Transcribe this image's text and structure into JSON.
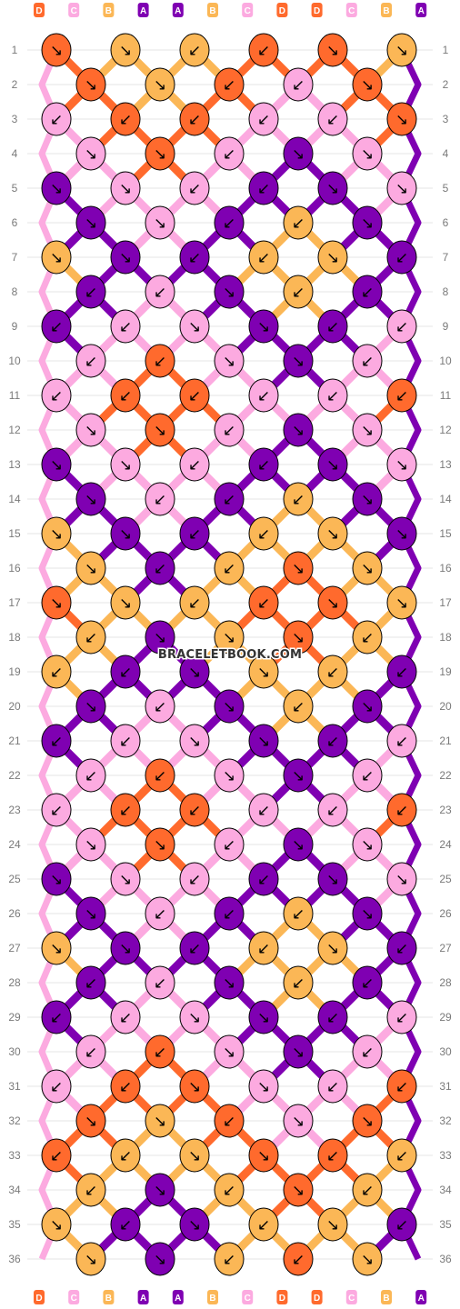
{
  "colors": {
    "A": "#7f00b2",
    "B": "#fbb756",
    "C": "#fcaae0",
    "D": "#ff6a2d"
  },
  "strand_labels_top": [
    "D",
    "C",
    "B",
    "A",
    "A",
    "B",
    "C",
    "D",
    "D",
    "C",
    "B",
    "A"
  ],
  "strand_labels_bottom": [
    "D",
    "C",
    "B",
    "A",
    "A",
    "B",
    "C",
    "D",
    "D",
    "C",
    "B",
    "A"
  ],
  "row_numbers": [
    "1",
    "2",
    "3",
    "4",
    "5",
    "6",
    "7",
    "8",
    "9",
    "10",
    "11",
    "12",
    "13",
    "14",
    "15",
    "16",
    "17",
    "18",
    "19",
    "20",
    "21",
    "22",
    "23",
    "24",
    "25",
    "26",
    "27",
    "28",
    "29",
    "30",
    "31",
    "32",
    "33",
    "34",
    "35",
    "36"
  ],
  "watermark": "BRACELETBOOK.COM",
  "knot_legend": {
    "\\": "forward knot arrow ↘",
    "/": "backward knot arrow ↙",
    ">": "forward-backward ↘↙",
    "<": "backward-forward ↙↘"
  },
  "knot_rows": [
    [
      "\\",
      "\\",
      "/",
      "/",
      "\\",
      "\\"
    ],
    [
      "\\",
      "\\",
      "/",
      "/",
      "\\"
    ],
    [
      "/",
      "/",
      "/",
      "/",
      "/",
      "\\"
    ],
    [
      "\\",
      "\\",
      "/",
      "\\",
      "\\"
    ],
    [
      "\\",
      "\\",
      "/",
      "/",
      "\\",
      "\\"
    ],
    [
      "\\",
      "\\",
      "/",
      "/",
      "\\"
    ],
    [
      ">",
      "\\",
      "/",
      "/",
      ">",
      "/"
    ],
    [
      "/",
      "/",
      "\\",
      "/",
      "/"
    ],
    [
      "/",
      "/",
      "\\",
      "\\",
      "/",
      "/"
    ],
    [
      "/",
      "/",
      "\\",
      "\\",
      "/"
    ],
    [
      "<",
      "<",
      "/",
      "/",
      "<",
      "/"
    ],
    [
      "\\",
      "\\",
      "/",
      "\\",
      "\\"
    ],
    [
      "\\",
      "\\",
      "/",
      "/",
      "\\",
      "\\"
    ],
    [
      "\\",
      "/",
      "/",
      "/",
      "\\"
    ],
    [
      "\\",
      "\\",
      "/",
      "/",
      "\\",
      "\\"
    ],
    [
      "\\",
      "/",
      "/",
      "\\",
      "\\"
    ],
    [
      ">",
      "\\",
      "/",
      "/",
      ">",
      "\\"
    ],
    [
      "/",
      "\\",
      "\\",
      "\\",
      "/"
    ],
    [
      "/",
      "/",
      "\\",
      "\\",
      "/",
      "/"
    ],
    [
      "\\",
      "/",
      "\\",
      "/",
      "\\"
    ],
    [
      "/",
      "/",
      "\\",
      "\\",
      "/",
      "/"
    ],
    [
      "/",
      "/",
      "\\",
      "\\",
      "/"
    ],
    [
      "<",
      "<",
      "/",
      "/",
      "<",
      "/"
    ],
    [
      "\\",
      "\\",
      "/",
      "\\",
      "\\"
    ],
    [
      "\\",
      "\\",
      "/",
      "/",
      "\\",
      "\\"
    ],
    [
      "\\",
      "/",
      "/",
      "/",
      "\\"
    ],
    [
      ">",
      "\\",
      "/",
      "/",
      ">",
      "/"
    ],
    [
      "/",
      "/",
      "\\",
      "/",
      "/"
    ],
    [
      "/",
      "/",
      "\\",
      "\\",
      "/",
      "/"
    ],
    [
      "/",
      "/",
      "\\",
      "\\",
      "/"
    ],
    [
      "/",
      "/",
      "\\",
      "\\",
      "/",
      "/"
    ],
    [
      "\\",
      "\\",
      "/",
      "\\",
      "\\"
    ],
    [
      "/",
      "/",
      "\\",
      "\\",
      "/",
      "/"
    ],
    [
      "/",
      "\\",
      "/",
      "\\",
      "/"
    ],
    [
      "\\",
      "/",
      "\\",
      "/",
      "\\",
      "/"
    ],
    [
      "\\",
      "\\",
      "/",
      "/",
      "\\"
    ]
  ],
  "knot_colors": [
    [
      "D",
      "B",
      "B",
      "D",
      "D",
      "B"
    ],
    [
      "D",
      "B",
      "D",
      "C",
      "D"
    ],
    [
      "C",
      "D",
      "D",
      "C",
      "C",
      "D"
    ],
    [
      "C",
      "D",
      "C",
      "A",
      "C"
    ],
    [
      "A",
      "C",
      "C",
      "A",
      "A",
      "C"
    ],
    [
      "A",
      "C",
      "A",
      "B",
      "A"
    ],
    [
      "B",
      "A",
      "A",
      "B",
      "B",
      "A"
    ],
    [
      "A",
      "C",
      "A",
      "B",
      "A"
    ],
    [
      "A",
      "C",
      "C",
      "A",
      "A",
      "C"
    ],
    [
      "C",
      "D",
      "C",
      "A",
      "C"
    ],
    [
      "C",
      "D",
      "D",
      "C",
      "C",
      "D"
    ],
    [
      "C",
      "D",
      "C",
      "A",
      "C"
    ],
    [
      "A",
      "C",
      "C",
      "A",
      "A",
      "C"
    ],
    [
      "A",
      "C",
      "A",
      "B",
      "A"
    ],
    [
      "B",
      "A",
      "A",
      "B",
      "B",
      "A"
    ],
    [
      "B",
      "A",
      "B",
      "D",
      "B"
    ],
    [
      "D",
      "B",
      "B",
      "D",
      "D",
      "B"
    ],
    [
      "B",
      "A",
      "B",
      "D",
      "B"
    ],
    [
      "B",
      "A",
      "A",
      "B",
      "B",
      "A"
    ],
    [
      "A",
      "C",
      "A",
      "B",
      "A"
    ],
    [
      "A",
      "C",
      "C",
      "A",
      "A",
      "C"
    ],
    [
      "C",
      "D",
      "C",
      "A",
      "C"
    ],
    [
      "C",
      "D",
      "D",
      "C",
      "C",
      "D"
    ],
    [
      "C",
      "D",
      "C",
      "A",
      "C"
    ],
    [
      "A",
      "C",
      "C",
      "A",
      "A",
      "C"
    ],
    [
      "A",
      "C",
      "A",
      "B",
      "A"
    ],
    [
      "B",
      "A",
      "A",
      "B",
      "B",
      "A"
    ],
    [
      "A",
      "C",
      "A",
      "B",
      "A"
    ],
    [
      "A",
      "C",
      "C",
      "A",
      "A",
      "C"
    ],
    [
      "C",
      "D",
      "C",
      "A",
      "C"
    ],
    [
      "C",
      "D",
      "D",
      "C",
      "C",
      "D"
    ],
    [
      "D",
      "B",
      "D",
      "C",
      "D"
    ],
    [
      "D",
      "B",
      "B",
      "D",
      "D",
      "B"
    ],
    [
      "B",
      "A",
      "B",
      "D",
      "B"
    ],
    [
      "B",
      "A",
      "A",
      "B",
      "B",
      "A"
    ],
    [
      "B",
      "A",
      "B",
      "D",
      "B"
    ]
  ]
}
